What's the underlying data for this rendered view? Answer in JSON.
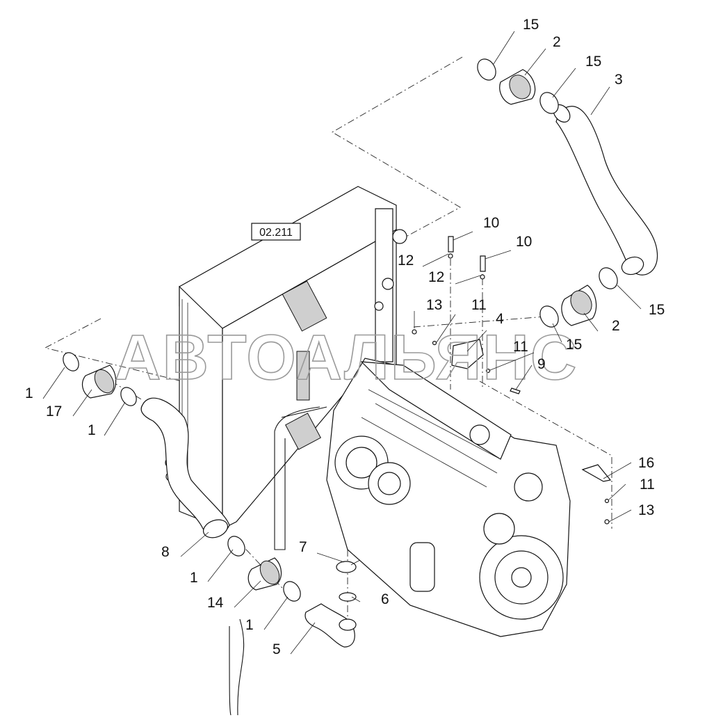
{
  "reference_box": "02.211",
  "watermark": "АВТОАЛЬЯНС",
  "labels": {
    "l15a": "15",
    "l2a": "2",
    "l15b": "15",
    "l3": "3",
    "l10a": "10",
    "l12a": "12",
    "l10b": "10",
    "l12b": "12",
    "l13a": "13",
    "l11a": "11",
    "l4": "4",
    "l11b": "11",
    "l9": "9",
    "l15c": "15",
    "l2b": "2",
    "l15d": "15",
    "l1a": "1",
    "l17": "17",
    "l1b": "1",
    "l8": "8",
    "l1c": "1",
    "l14": "14",
    "l1d": "1",
    "l5": "5",
    "l7": "7",
    "l6": "6",
    "l16": "16",
    "l11c": "11",
    "l13b": "13"
  }
}
